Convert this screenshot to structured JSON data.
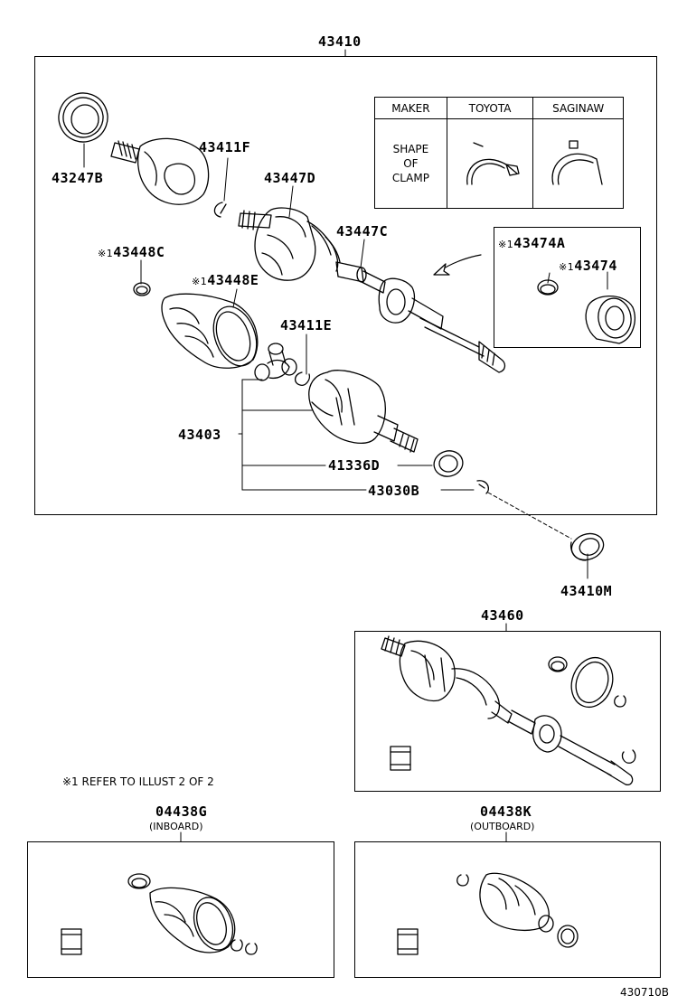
{
  "assembly": {
    "main": "43410",
    "service_assy": "43460",
    "bearing": "43410M"
  },
  "parts": {
    "p43247B": "43247B",
    "p43411F": "43411F",
    "p43447D": "43447D",
    "p43447C": "43447C",
    "p43448C": "43448C",
    "p43448E": "43448E",
    "p43411E": "43411E",
    "p43403": "43403",
    "p41336D": "41336D",
    "p43030B": "43030B",
    "p43474A": "43474A",
    "p43474": "43474"
  },
  "ref_mark": "※1",
  "clamp_table": {
    "col_maker": "MAKER",
    "col_toyota": "TOYOTA",
    "col_saginaw": "SAGINAW",
    "shape_line1": "SHAPE",
    "shape_line2": "OF",
    "shape_line3": "CLAMP"
  },
  "note": "※1  REFER TO ILLUST 2 OF 2",
  "kits": {
    "inboard_no": "04438G",
    "inboard_label": "(INBOARD)",
    "outboard_no": "04438K",
    "outboard_label": "(OUTBOARD)"
  },
  "figure_id": "430710B"
}
